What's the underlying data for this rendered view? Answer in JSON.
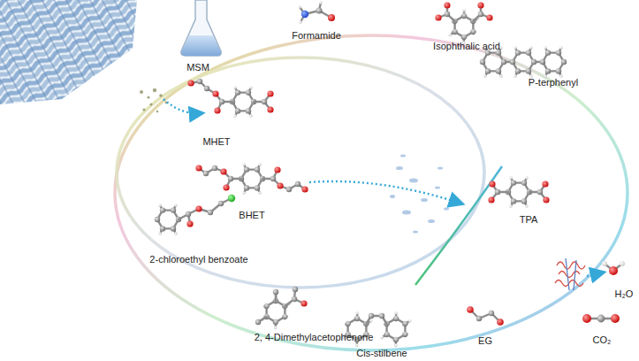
{
  "diagram": {
    "labels": [
      "MSM",
      "Formamide",
      "Isophthalic acid",
      "P-terphenyl",
      "MHET",
      "BHET",
      "TPA",
      "EG",
      "H₂O",
      "CO₂",
      "2-chloroethyl benzoate",
      "2, 4-Dimethylacetophenone",
      "Cis-stilbene"
    ]
  }
}
